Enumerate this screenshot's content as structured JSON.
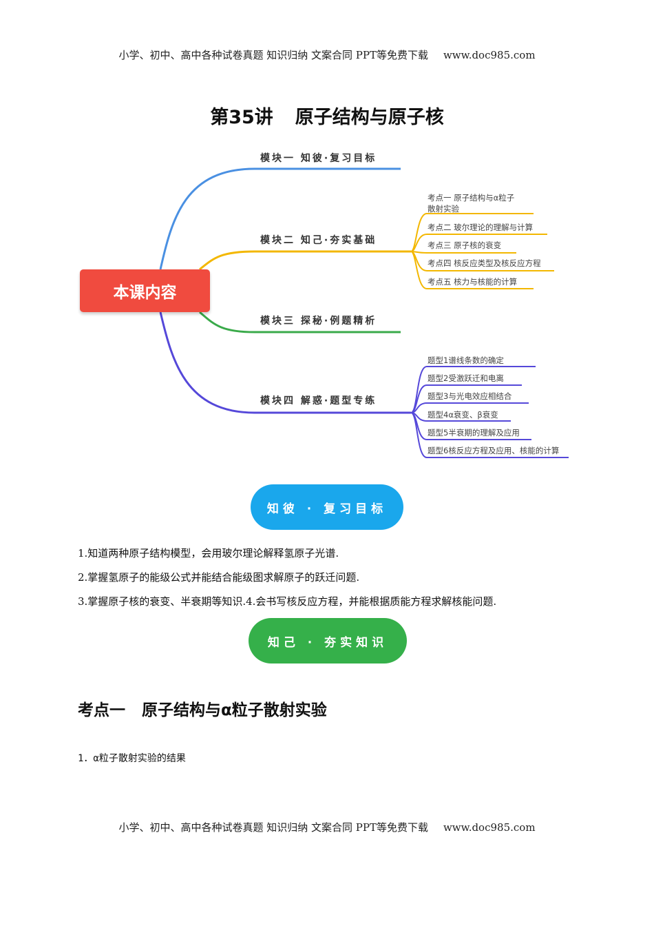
{
  "header": {
    "text": "小学、初中、高中各种试卷真题  知识归纳  文案合同  PPT等免费下载",
    "url": "www.doc985.com"
  },
  "title": {
    "lecture": "第35讲",
    "topic": "原子结构与原子核"
  },
  "mindmap": {
    "root": "本课内容",
    "branches": [
      {
        "label": "模块一  知彼·复习目标",
        "color": "#4a90e2"
      },
      {
        "label": "模块二  知己·夯实基础",
        "color": "#f3b700"
      },
      {
        "label": "模块三  探秘·例题精析",
        "color": "#3aaa4a"
      },
      {
        "label": "模块四 解惑·题型专练",
        "color": "#5548d9"
      }
    ],
    "leaves_b2": [
      {
        "line1": "考点一    原子结构与α粒子",
        "line2": "散射实验"
      },
      {
        "line1": "考点二    玻尔理论的理解与计算"
      },
      {
        "line1": "考点三    原子核的衰变"
      },
      {
        "line1": "考点四    核反应类型及核反应方程"
      },
      {
        "line1": "考点五    核力与核能的计算"
      }
    ],
    "leaves_b4": [
      {
        "line1": "题型1谱线条数的确定"
      },
      {
        "line1": "题型2受激跃迁和电离"
      },
      {
        "line1": "题型3与光电效应相结合"
      },
      {
        "line1": "题型4α衰变、β衰变"
      },
      {
        "line1": "题型5半衰期的理解及应用"
      },
      {
        "line1": "题型6核反应方程及应用、核能的计算"
      }
    ]
  },
  "pills": {
    "review": "知彼 · 复习目标",
    "foundation": "知己 · 夯实知识"
  },
  "goals": [
    "1.知道两种原子结构模型，会用玻尔理论解释氢原子光谱.",
    "2.掌握氢原子的能级公式并能结合能级图求解原子的跃迁问题.",
    "3.掌握原子核的衰变、半衰期等知识.4.会书写核反应方程，并能根据质能方程求解核能问题."
  ],
  "section": {
    "label": "考点一",
    "title": "原子结构与α粒子散射实验"
  },
  "item1": "1．α粒子散射实验的结果",
  "footer": {
    "text": "小学、初中、高中各种试卷真题  知识归纳  文案合同  PPT等免费下载",
    "url": "www.doc985.com"
  }
}
